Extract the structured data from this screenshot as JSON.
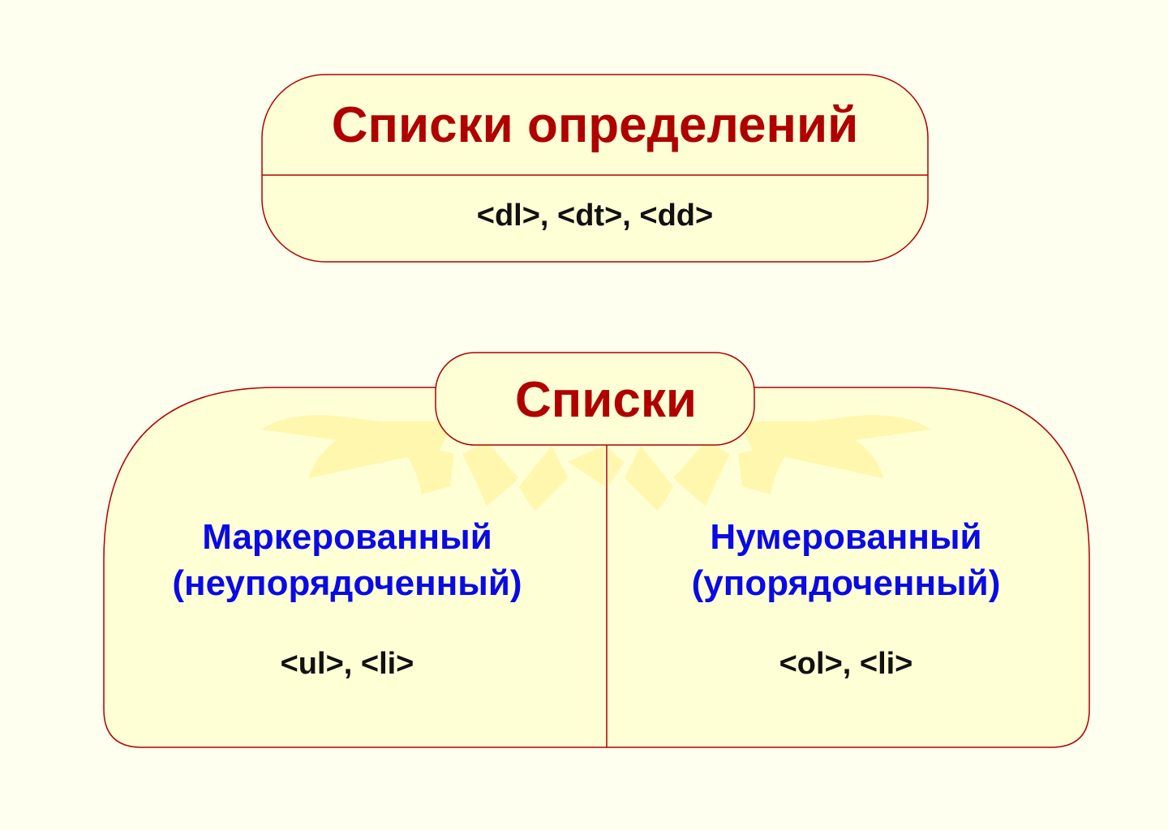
{
  "colors": {
    "background": "#fffff0",
    "box_fill": "#ffffd6",
    "box_stroke": "#b00000",
    "title_red": "#b00000",
    "title_blue": "#0a0ae6",
    "tag_text": "#111111",
    "glow": "#fff6a8"
  },
  "definition_box": {
    "title": "Списки определений",
    "tags": "<dl>, <dt>, <dd>"
  },
  "lists_box": {
    "title": "Списки",
    "bulleted": {
      "title_line1": "Маркерованный",
      "title_line2": "(неупорядоченный)",
      "tags": "<ul>, <li>"
    },
    "numbered": {
      "title_line1": "Нумерованный",
      "title_line2": "(упорядоченный)",
      "tags": "<ol>, <li>"
    }
  }
}
